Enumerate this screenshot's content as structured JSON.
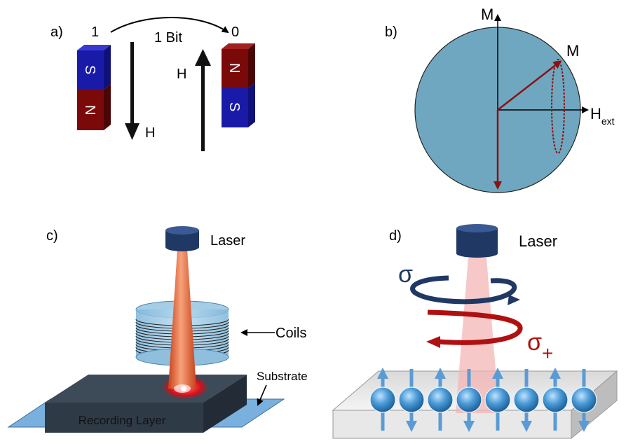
{
  "panel_a": {
    "label": "a)",
    "state_left": "1",
    "state_right": "0",
    "bit_label": "1 Bit",
    "magnet_left_top": "S",
    "magnet_left_bottom": "N",
    "magnet_right_top": "N",
    "magnet_right_bottom": "S",
    "field_down_label": "H",
    "field_up_label": "H"
  },
  "panel_b": {
    "label": "b)",
    "axis_m_label": "M",
    "vector_m_label": "M",
    "field_label": "H",
    "field_subscript": "ext"
  },
  "panel_c": {
    "label": "c)",
    "laser_label": "Laser",
    "coils_label": "Coils",
    "substrate_label": "Substrate",
    "layer_label": "Recording Layer"
  },
  "panel_d": {
    "label": "d)",
    "laser_label": "Laser",
    "sigma_minus_symbol": "σ",
    "sigma_minus_sign": "-",
    "sigma_plus_symbol": "σ",
    "sigma_plus_sign": "+",
    "spin_directions": [
      "up",
      "down",
      "up",
      "down",
      "up",
      "down",
      "up",
      "down"
    ]
  },
  "colors": {
    "magnet_red": "#7a0a0a",
    "magnet_blue": "#1a1aa8",
    "sphere_fill": "#6fa7c0",
    "vector_red": "#8b1111",
    "laser_head": "#1f3864",
    "sigma_minus": "#1f3864",
    "sigma_plus": "#b01010",
    "spin_arrow": "#5b9bd5"
  }
}
